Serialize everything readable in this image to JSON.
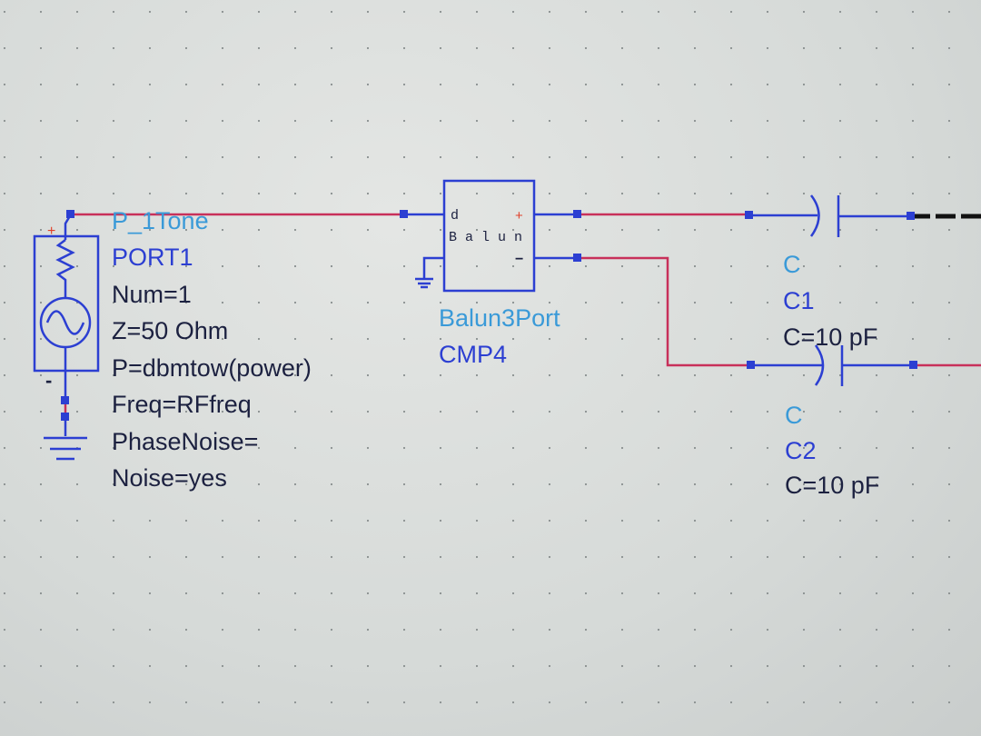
{
  "colors": {
    "wire_red": "#c8305a",
    "component_blue": "#2c3fd2",
    "label_cyan": "#3a9ad8",
    "param_text": "#1c2140",
    "background": "#d8dcda"
  },
  "port": {
    "type": "P_1Tone",
    "name": "PORT1",
    "params": [
      "Num=1",
      "Z=50 Ohm",
      "P=dbmtow(power)",
      "Freq=RFfreq",
      "PhaseNoise=",
      "Noise=yes"
    ],
    "plus_sign": "+",
    "minus_sign": "-"
  },
  "balun": {
    "symbol_pin": "d",
    "symbol_text": "B a l u n",
    "plus_sign": "+",
    "minus_sign": "−",
    "type": "Balun3Port",
    "name": "CMP4"
  },
  "capacitors": [
    {
      "type": "C",
      "name": "C1",
      "value": "C=10 pF"
    },
    {
      "type": "C",
      "name": "C2",
      "value": "C=10 pF"
    }
  ]
}
